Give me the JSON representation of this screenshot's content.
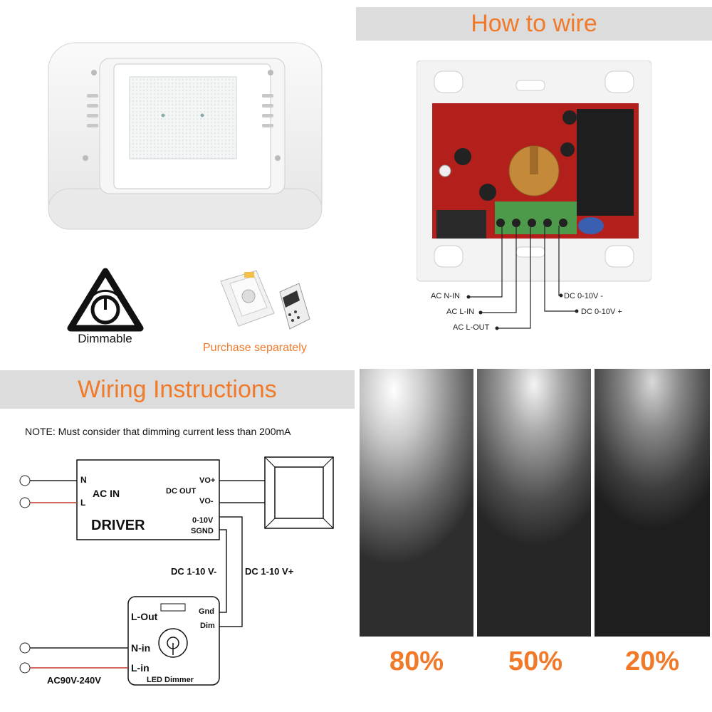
{
  "how_to_wire": {
    "title": "How to wire"
  },
  "terminal_labels": {
    "ac_n_in": "AC N-IN",
    "ac_l_in": "AC L-IN",
    "ac_l_out": "AC L-OUT",
    "dc_minus": "DC 0-10V -",
    "dc_plus": "DC 0-10V +"
  },
  "features": {
    "dimmable_label": "Dimmable",
    "purchase_note": "Purchase separately"
  },
  "wiring": {
    "title": "Wiring Instructions",
    "note": "NOTE: Must consider that dimming current less than 200mA",
    "driver": {
      "n": "N",
      "l": "L",
      "ac_in": "AC IN",
      "dc_out": "DC OUT",
      "vo_plus": "VO+",
      "vo_minus": "VO-",
      "dim_0_10v": "0-10V",
      "sgnd": "SGND",
      "name": "DRIVER"
    },
    "dc_minus_label": "DC 1-10 V-",
    "dc_plus_label": "DC 1-10 V+",
    "dimmer": {
      "l_out": "L-Out",
      "n_in": "N-in",
      "l_in": "L-in",
      "gnd": "Gnd",
      "dim": "Dim",
      "name": "LED Dimmer"
    },
    "voltage": "AC90V-240V"
  },
  "brightness_levels": [
    "80%",
    "50%",
    "20%"
  ],
  "colors": {
    "accent": "#f07a2a",
    "banner_bg": "#dcdcdc",
    "wire_red": "#c0392b"
  }
}
